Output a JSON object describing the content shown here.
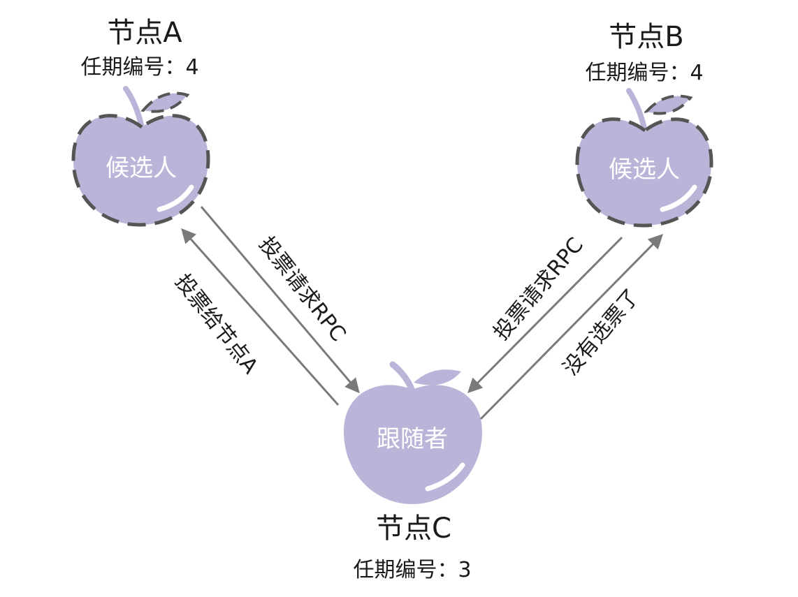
{
  "colors": {
    "apple_fill": "#bcb4d8",
    "dash": "#555555",
    "arrow": "#7a7a7a",
    "text": "#1a1a1a",
    "role_text": "#ffffff"
  },
  "nodes": {
    "a": {
      "title": "节点A",
      "term": "任期编号：4",
      "role": "候选人"
    },
    "b": {
      "title": "节点B",
      "term": "任期编号：4",
      "role": "候选人"
    },
    "c": {
      "title": "节点C",
      "term": "任期编号：3",
      "role": "跟随者"
    }
  },
  "edges": {
    "a_to_c": "投票请求RPC",
    "c_to_a": "投票给节点A",
    "b_to_c": "投票请求RPC",
    "c_to_b": "没有选票了"
  }
}
